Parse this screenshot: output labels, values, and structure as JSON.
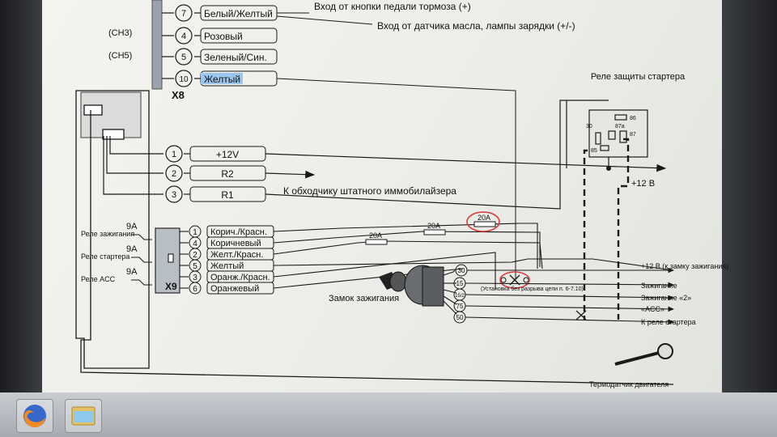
{
  "connector_x8": {
    "name": "X8",
    "channels": [
      "(CH3)",
      "(CH5)"
    ],
    "pins": [
      {
        "num": "7",
        "wire": "Белый/Желтый"
      },
      {
        "num": "4",
        "wire": "Розовый"
      },
      {
        "num": "5",
        "wire": "Зеленый/Син."
      },
      {
        "num": "10",
        "wire": "Желтый"
      }
    ]
  },
  "annotations": {
    "brake_input": "Вход от кнопки педали тормоза (+)",
    "oil_sensor": "Вход от датчика масла, лампы зарядки (+/-)",
    "bypass": "К обходчику штатного иммобилайзера",
    "plus12": "+12 В",
    "thermo": "Термодатчик двигателя",
    "note": "(Установка без разрыва цепи п. 6-7.10)"
  },
  "relay": {
    "title": "Реле защиты стартера",
    "pins": [
      "86",
      "30",
      "87a",
      "87",
      "85"
    ]
  },
  "harness_main": {
    "pins": [
      {
        "num": "1",
        "label": "+12V"
      },
      {
        "num": "2",
        "label": "R2"
      },
      {
        "num": "3",
        "label": "R1"
      }
    ]
  },
  "connector_x9": {
    "name": "X9",
    "relays": [
      {
        "amp": "9A",
        "label": "Реле зажигания"
      },
      {
        "amp": "9A",
        "label": "Реле стартера"
      },
      {
        "amp": "9A",
        "label": "Реле ACC"
      }
    ],
    "pins": [
      {
        "num": "1",
        "wire": "Корич./Красн."
      },
      {
        "num": "4",
        "wire": "Коричневый"
      },
      {
        "num": "2",
        "wire": "Желт./Красн."
      },
      {
        "num": "5",
        "wire": "Желтый"
      },
      {
        "num": "3",
        "wire": "Оранж./Красн."
      },
      {
        "num": "6",
        "wire": "Оранжевый"
      }
    ]
  },
  "fuses": [
    "20A",
    "20A",
    "20A"
  ],
  "ignition": {
    "title": "Замок зажигания",
    "pins": [
      "30",
      "15",
      "15/2",
      "75",
      "50"
    ]
  },
  "outputs": [
    {
      "label": "+12 В (к замку зажигания)"
    },
    {
      "label": "Зажигание"
    },
    {
      "label": "Зажигание «2»"
    },
    {
      "label": "«ACC»"
    },
    {
      "label": "К реле стартера"
    }
  ],
  "colors": {
    "line": "#1a1a1a",
    "highlight": "#d83a3a",
    "selection": "#9cc6ec",
    "screen": "#efefea"
  },
  "taskbar": {
    "apps": [
      "firefox-icon",
      "file-explorer-icon"
    ]
  }
}
